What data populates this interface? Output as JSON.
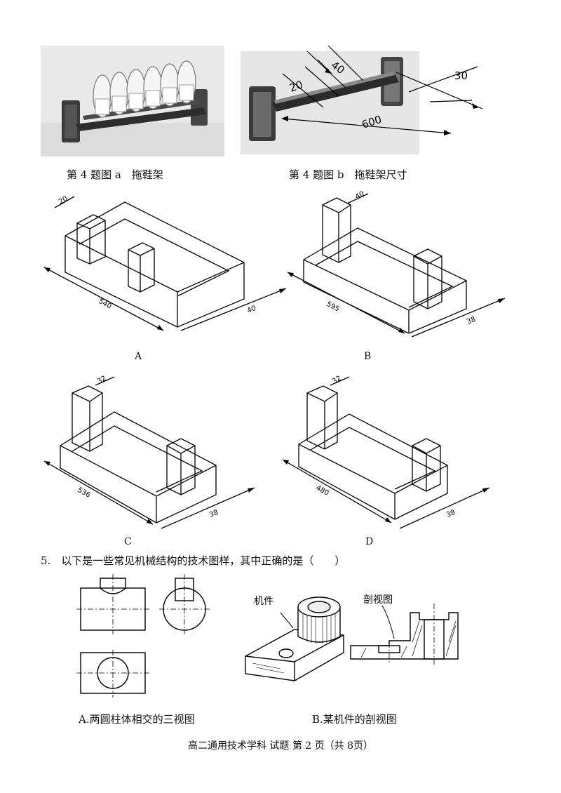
{
  "fig4a": {
    "caption": "第 4 题图 a　拖鞋架"
  },
  "fig4b": {
    "caption": "第 4 题图 b　拖鞋架尺寸",
    "dims": {
      "d40": "40",
      "d20": "20",
      "d30": "30",
      "d600": "600"
    }
  },
  "options": {
    "A": {
      "label": "A",
      "dim_top": "20",
      "dim_len": "540",
      "dim_w": "40"
    },
    "B": {
      "label": "B",
      "dim_top": "40",
      "dim_len": "595",
      "dim_w": "38"
    },
    "C": {
      "label": "C",
      "dim_top": "32",
      "dim_len": "536",
      "dim_w": "38"
    },
    "D": {
      "label": "D",
      "dim_top": "32",
      "dim_len": "480",
      "dim_w": "38"
    }
  },
  "question5": {
    "text": "5.　以下是一些常见机械结构的技术图样，其中正确的是（　　）"
  },
  "q5A": {
    "caption": "A.两圆柱体相交的三视图"
  },
  "q5B": {
    "caption": "B.某机件的剖视图",
    "part_label": "机件",
    "section_label": "剖视图"
  },
  "footer": {
    "text": "高二通用技术学科 试题 第 2 页（共 8页）"
  }
}
